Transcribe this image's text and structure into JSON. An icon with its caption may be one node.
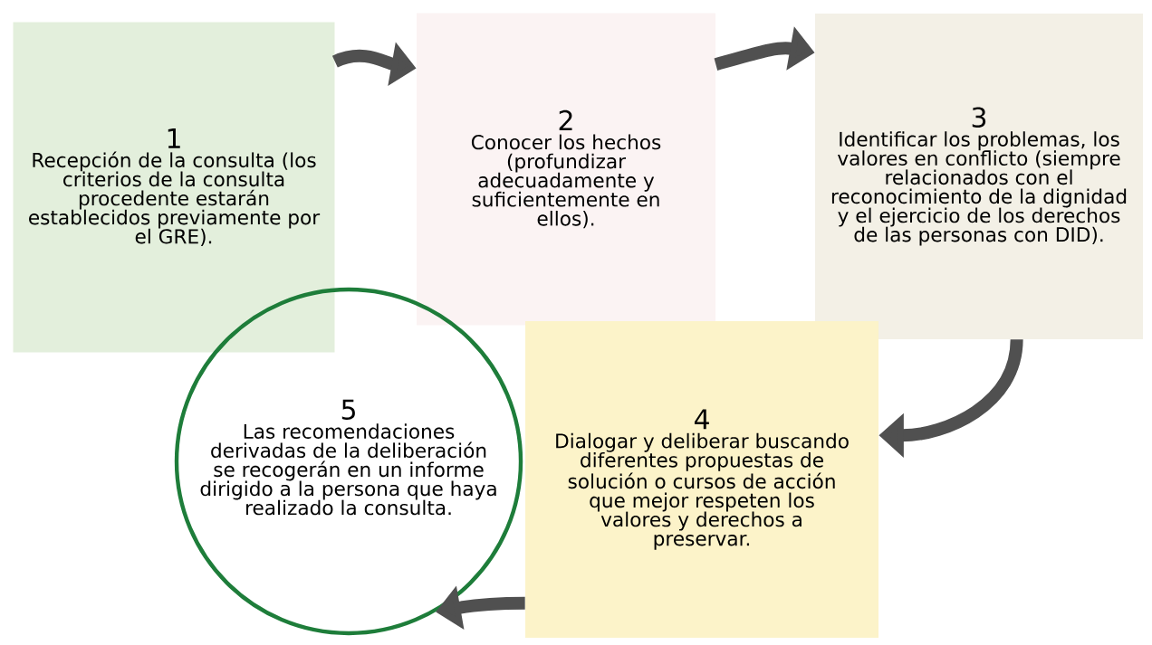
{
  "diagram": {
    "nodes": [
      {
        "text": [
          "1",
          "Recepción de la consulta (los criterios de la consulta procedente estarán establecidos previamente por el GRE)."
        ]
      },
      {
        "text": [
          "2",
          "Conocer los hechos (profundizar adecuadamente y suficientemente en ellos)."
        ]
      },
      {
        "text": [
          "3",
          "Identificar los problemas, los valores en conflicto (siempre relacionados con el reconocimiento de la dignidad y el ejercicio de los derechos de las personas con DID)."
        ]
      },
      {
        "text": [
          "4",
          "Dialogar y deliberar buscando diferentes propuestas de solución o cursos de acción que mejor respeten los valores y derechos a preservar."
        ]
      },
      {
        "text": [
          "5",
          "Las recomendaciones derivadas de la deliberación se recogerán en un informe dirigido a la persona que haya realizado la consulta."
        ]
      }
    ],
    "edges": [
      {
        "from": 0,
        "to": 1,
        "arrow": "to"
      },
      {
        "from": 1,
        "to": 2,
        "arrow": "to"
      },
      {
        "from": 2,
        "to": 3,
        "arrow": "to"
      },
      {
        "from": 3,
        "to": 4,
        "arrow": "to"
      }
    ]
  }
}
